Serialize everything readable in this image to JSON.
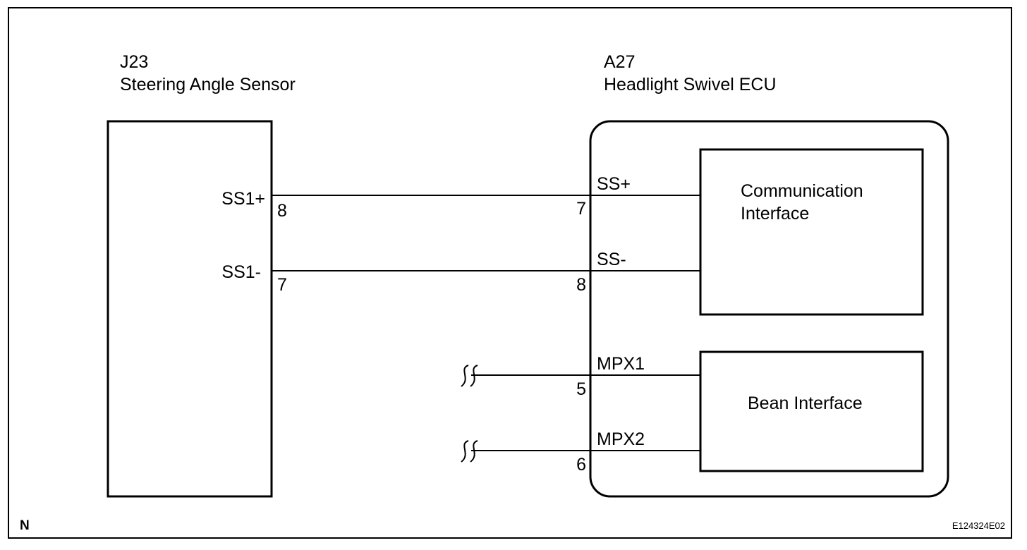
{
  "sensor": {
    "code": "J23",
    "name": "Steering Angle Sensor",
    "pins": [
      {
        "signal": "SS1+",
        "pin": "8"
      },
      {
        "signal": "SS1-",
        "pin": "7"
      }
    ]
  },
  "ecu": {
    "code": "A27",
    "name": "Headlight Swivel ECU",
    "pins": [
      {
        "signal": "SS+",
        "pin": "7"
      },
      {
        "signal": "SS-",
        "pin": "8"
      },
      {
        "signal": "MPX1",
        "pin": "5"
      },
      {
        "signal": "MPX2",
        "pin": "6"
      }
    ],
    "blocks": {
      "communication": {
        "line1": "Communication",
        "line2": "Interface"
      },
      "bean": {
        "label": "Bean Interface"
      }
    }
  },
  "footer": {
    "corner_mark": "N",
    "figure_code": "E124324E02"
  }
}
